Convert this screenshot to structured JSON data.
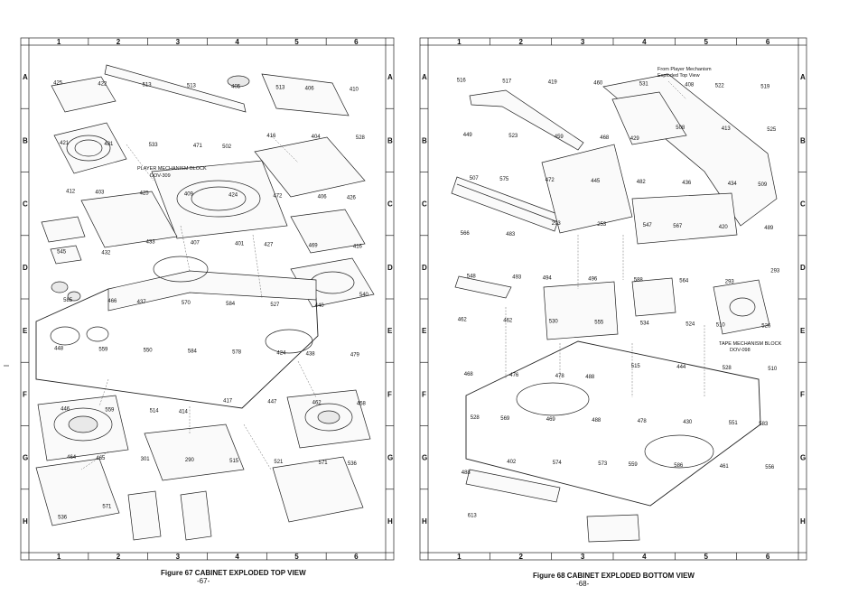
{
  "left_page": {
    "caption": "Figure 67 CABINET EXPLODED TOP VIEW",
    "page_number": "-67-",
    "columns": [
      "1",
      "2",
      "3",
      "4",
      "5",
      "6"
    ],
    "rows": [
      "A",
      "B",
      "C",
      "D",
      "E",
      "F",
      "G",
      "H"
    ],
    "annotations": [
      {
        "id": "player-block",
        "lines": [
          "PLAYER MECHANISM BLOCK",
          "DOV-309"
        ]
      }
    ],
    "part_numbers": [
      "425",
      "422",
      "513",
      "513",
      "405",
      "513",
      "406",
      "410",
      "421",
      "481",
      "533",
      "471",
      "502",
      "416",
      "404",
      "528",
      "412",
      "403",
      "425",
      "409",
      "424",
      "472",
      "406",
      "426",
      "545",
      "432",
      "433",
      "407",
      "401",
      "427",
      "469",
      "416",
      "585",
      "466",
      "437",
      "570",
      "584",
      "527",
      "440",
      "540",
      "448",
      "559",
      "550",
      "584",
      "578",
      "424",
      "438",
      "479",
      "446",
      "559",
      "514",
      "414",
      "417",
      "447",
      "462",
      "458",
      "464",
      "465",
      "301",
      "290",
      "515",
      "521",
      "571",
      "536",
      "536",
      "571"
    ]
  },
  "right_page": {
    "caption": "Figure 68 CABINET EXPLODED BOTTOM VIEW",
    "page_number": "-68-",
    "columns": [
      "1",
      "2",
      "3",
      "4",
      "5",
      "6"
    ],
    "rows": [
      "A",
      "B",
      "C",
      "D",
      "E",
      "F",
      "G",
      "H"
    ],
    "annotations": [
      {
        "id": "from-player",
        "lines": [
          "From Player Mechanism",
          "Exploded Top View"
        ]
      },
      {
        "id": "tape-block",
        "lines": [
          "TAPE MECHANISM BLOCK",
          "DOV-098"
        ]
      }
    ],
    "part_numbers": [
      "516",
      "517",
      "419",
      "460",
      "531",
      "408",
      "522",
      "519",
      "449",
      "523",
      "459",
      "468",
      "429",
      "508",
      "413",
      "525",
      "507",
      "575",
      "472",
      "445",
      "482",
      "436",
      "434",
      "509",
      "566",
      "483",
      "293",
      "253",
      "547",
      "567",
      "420",
      "489",
      "548",
      "493",
      "494",
      "496",
      "588",
      "564",
      "293",
      "293",
      "462",
      "462",
      "530",
      "555",
      "534",
      "524",
      "510",
      "526",
      "468",
      "476",
      "478",
      "488",
      "515",
      "444",
      "528",
      "510",
      "528",
      "569",
      "469",
      "488",
      "478",
      "430",
      "551",
      "583",
      "488",
      "402",
      "574",
      "573",
      "559",
      "586",
      "461",
      "556",
      "613"
    ]
  }
}
